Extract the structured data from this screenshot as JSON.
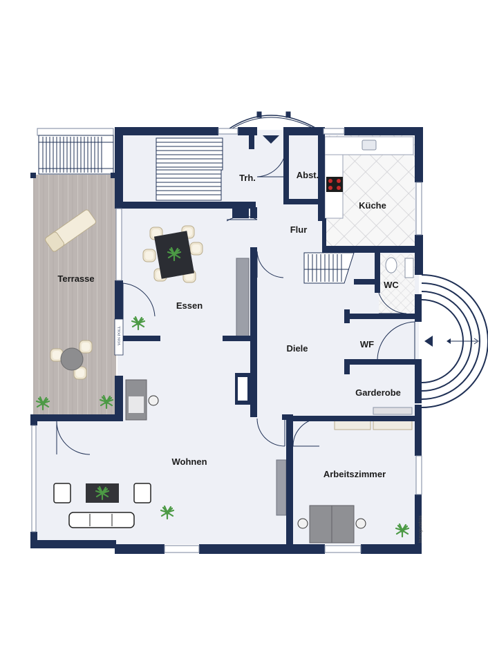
{
  "floorplan": {
    "rooms": {
      "terrasse": "Terrasse",
      "essen": "Essen",
      "trh": "Trh.",
      "abst": "Abst.",
      "kueche": "Küche",
      "flur": "Flur",
      "diele": "Diele",
      "wc": "WC",
      "wf": "WF",
      "garderobe": "Garderobe",
      "wohnen": "Wohnen",
      "arbeitszimmer": "Arbeitszimmer"
    },
    "stamp_text": "VON POLL",
    "credit": "Immogrundriss"
  },
  "colors": {
    "wall": "#1f3055",
    "floor": "#eef0f6",
    "terrace_deck": "#b9b3b0",
    "kitchen_tile": "#f4f4f4",
    "plant": "#3f8a3a"
  }
}
